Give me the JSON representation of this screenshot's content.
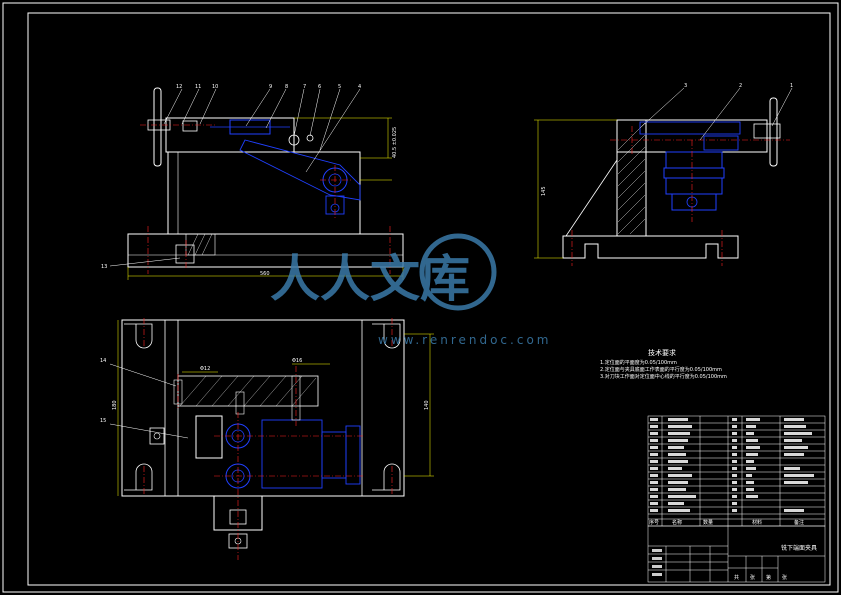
{
  "balloons": {
    "front_top": [
      "12",
      "11",
      "10",
      "9",
      "8",
      "7",
      "6",
      "5",
      "4"
    ],
    "front_bottom": "13",
    "side": [
      "3",
      "2",
      "1"
    ],
    "plan": [
      "14",
      "15"
    ]
  },
  "dimensions": {
    "overall_length": "560",
    "front_height": "40.5 ±0.025",
    "side_height": "145",
    "plan_left": "180",
    "plan_right": "140",
    "plan_small_1": "Φ12",
    "plan_small_2": "Φ16"
  },
  "tech_requirements": {
    "title": "技术要求",
    "items": [
      "1.定位面的平面度为0.05/100mm",
      "2.定位面与夹具底面工作表面的平行度为0.05/100mm",
      "3.对刀块工作面对定位面中心线的平行度为0.05/100mm"
    ]
  },
  "title_block": {
    "drawing_title": "铣下端面夹具",
    "bottom_labels": [
      "共",
      "张",
      "第",
      "张"
    ],
    "col_headers": [
      "序号",
      "名称",
      "数量",
      "材料",
      "备注"
    ]
  },
  "watermark": {
    "text": "人人文库",
    "url": "www.renrendoc.com"
  },
  "colors": {
    "background": "#000000",
    "outline": "#ffffff",
    "centerline": "#ff2020",
    "hidden": "#2040ff",
    "leader": "#ffffff",
    "dimension": "#ffff00",
    "watermark": "#3a7aa8"
  }
}
